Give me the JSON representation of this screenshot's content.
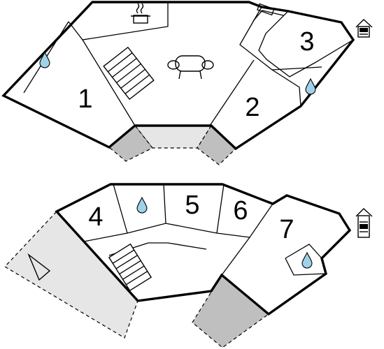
{
  "colors": {
    "wall": "#000000",
    "terrace_light": "#e6e6e6",
    "terrace_dark": "#bfbfbf",
    "water": "#9fd2e8"
  },
  "rooms": [
    {
      "label": "1"
    },
    {
      "label": "2"
    },
    {
      "label": "3"
    },
    {
      "label": "4"
    },
    {
      "label": "5"
    },
    {
      "label": "6"
    },
    {
      "label": "7"
    }
  ],
  "icons": [
    "cooking-pot-icon",
    "sofa-icon",
    "water-drop-icon",
    "house-level-icon",
    "stairs-icon",
    "compass-arrow-icon"
  ]
}
